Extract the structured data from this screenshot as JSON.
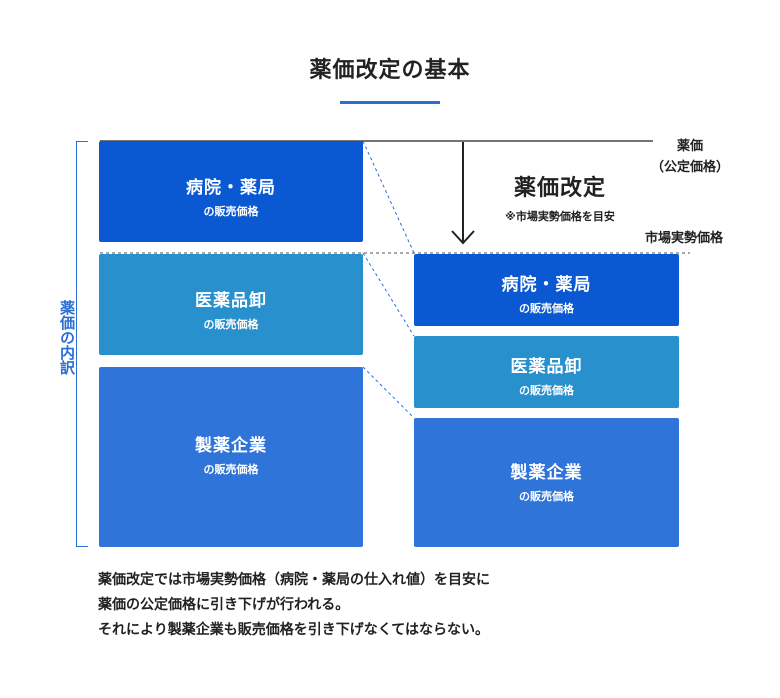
{
  "title": "薬価改定の基本",
  "labels": {
    "yakka_line1": "薬価",
    "yakka_line2": "（公定価格）",
    "market_price": "市場実勢価格",
    "revision_title": "薬価改定",
    "revision_note": "※市場実勢価格を目安",
    "breakdown": "薬価の内訳"
  },
  "before": {
    "hospital": {
      "name": "病院・薬局",
      "sub": "の販売価格"
    },
    "wholesaler": {
      "name": "医薬品卸",
      "sub": "の販売価格"
    },
    "maker": {
      "name": "製薬企業",
      "sub": "の販売価格"
    }
  },
  "after": {
    "hospital": {
      "name": "病院・薬局",
      "sub": "の販売価格"
    },
    "wholesaler": {
      "name": "医薬品卸",
      "sub": "の販売価格"
    },
    "maker": {
      "name": "製薬企業",
      "sub": "の販売価格"
    }
  },
  "footer": {
    "line1": "薬価改定では市場実勢価格（病院・薬局の仕入れ値）を目安に",
    "line2": "薬価の公定価格に引き下げが行われる。",
    "line3": "それにより製薬企業も販売価格を引き下げなくてはならない。"
  },
  "colors": {
    "hospital": "#0a59d3",
    "wholesaler": "#2890cc",
    "maker": "#2f74d8",
    "accent": "#2a6fd6"
  }
}
